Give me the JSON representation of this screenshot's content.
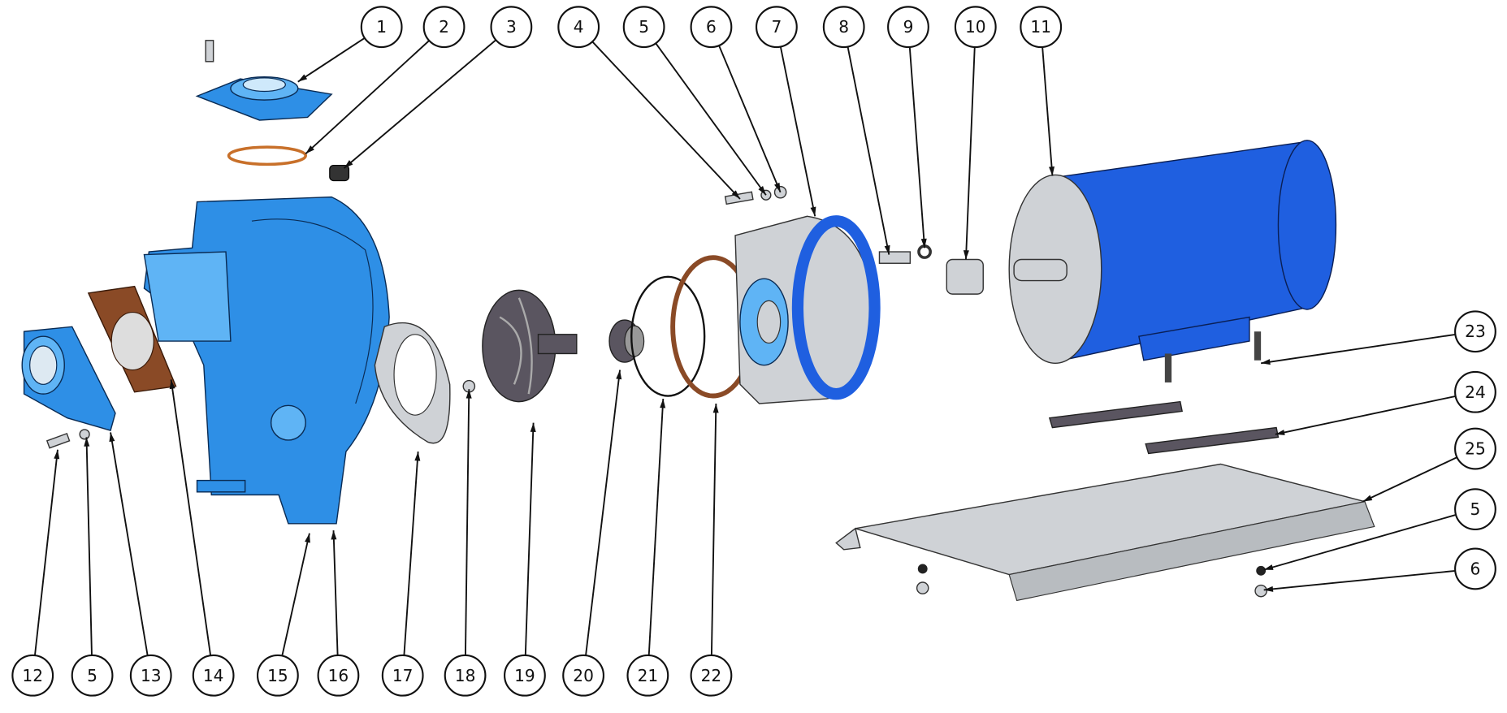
{
  "title": "Pump exploded parts diagram",
  "colors": {
    "pump_body": "#2e8fe6",
    "motor": "#1f5fe0",
    "gasket": "#8a4a26",
    "steel": "#cfd2d6"
  },
  "callouts": [
    {
      "label": "1"
    },
    {
      "label": "2"
    },
    {
      "label": "3"
    },
    {
      "label": "4"
    },
    {
      "label": "5"
    },
    {
      "label": "6"
    },
    {
      "label": "7"
    },
    {
      "label": "8"
    },
    {
      "label": "9"
    },
    {
      "label": "10"
    },
    {
      "label": "11"
    },
    {
      "label": "23"
    },
    {
      "label": "24"
    },
    {
      "label": "25"
    },
    {
      "label": "5"
    },
    {
      "label": "6"
    },
    {
      "label": "12"
    },
    {
      "label": "5"
    },
    {
      "label": "13"
    },
    {
      "label": "14"
    },
    {
      "label": "15"
    },
    {
      "label": "16"
    },
    {
      "label": "17"
    },
    {
      "label": "18"
    },
    {
      "label": "19"
    },
    {
      "label": "20"
    },
    {
      "label": "21"
    },
    {
      "label": "22"
    }
  ]
}
